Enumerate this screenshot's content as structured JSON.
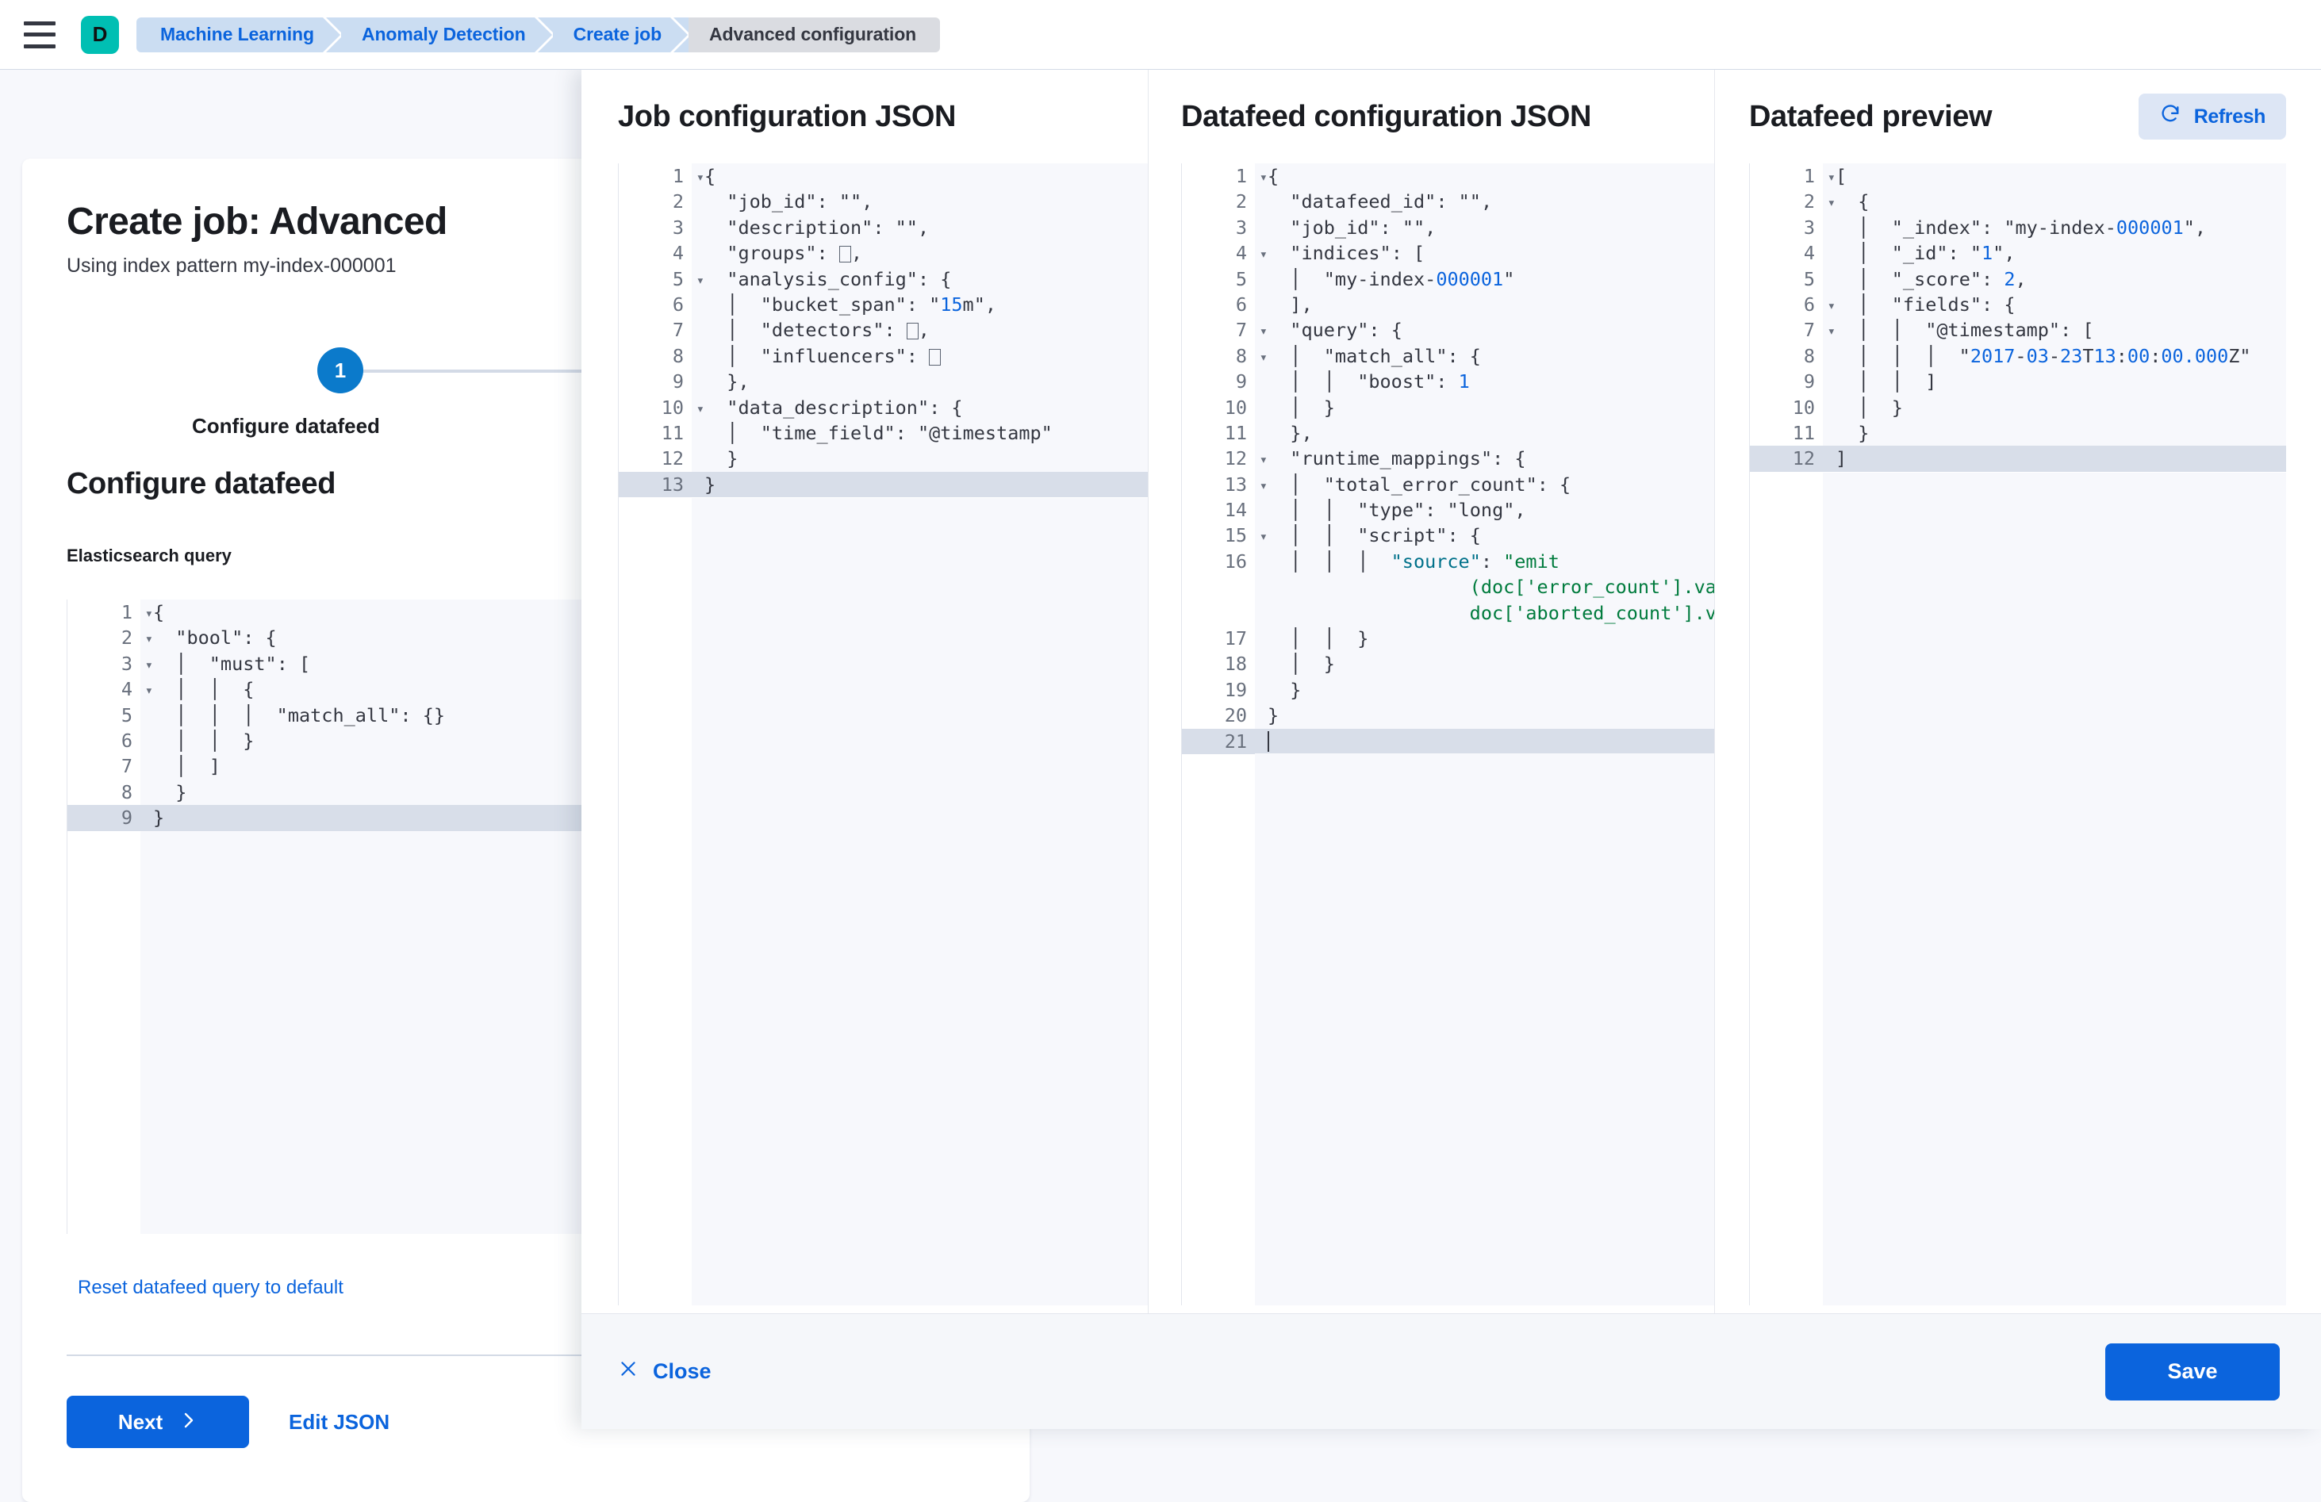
{
  "header": {
    "menu_icon": "hamburger-icon",
    "app_badge": "D",
    "breadcrumbs": [
      {
        "label": "Machine Learning",
        "active": false
      },
      {
        "label": "Anomaly Detection",
        "active": false
      },
      {
        "label": "Create job",
        "active": false
      },
      {
        "label": "Advanced configuration",
        "active": true
      }
    ]
  },
  "left_page": {
    "title": "Create job: Advanced",
    "subtitle": "Using index pattern my-index-000001",
    "step_number": "1",
    "step_label": "Configure datafeed",
    "section_title": "Configure datafeed",
    "field_label": "Elasticsearch query",
    "reset_link": "Reset datafeed query to default",
    "next_button": "Next",
    "next_icon": "chevron-right-icon",
    "edit_json_button": "Edit JSON",
    "query_editor": {
      "active_line": 9,
      "lines": [
        {
          "n": "1",
          "fold": true,
          "code": "{"
        },
        {
          "n": "2",
          "fold": true,
          "code": "  \"bool\": {"
        },
        {
          "n": "3",
          "fold": true,
          "code": "  |  \"must\": ["
        },
        {
          "n": "4",
          "fold": true,
          "code": "  |  |  {"
        },
        {
          "n": "5",
          "fold": false,
          "code": "  |  |  |  \"match_all\": {}"
        },
        {
          "n": "6",
          "fold": false,
          "code": "  |  |  }"
        },
        {
          "n": "7",
          "fold": false,
          "code": "  |  ]"
        },
        {
          "n": "8",
          "fold": false,
          "code": "  }"
        },
        {
          "n": "9",
          "fold": false,
          "code": "}"
        }
      ]
    }
  },
  "flyout": {
    "panels": {
      "job": {
        "title": "Job configuration JSON",
        "active_line": 13,
        "lines": [
          {
            "n": "1",
            "fold": true,
            "code": "{"
          },
          {
            "n": "2",
            "fold": false,
            "code": "  \"job_id\": \"\","
          },
          {
            "n": "3",
            "fold": false,
            "code": "  \"description\": \"\","
          },
          {
            "n": "4",
            "fold": false,
            "code": "  \"groups\": [],"
          },
          {
            "n": "5",
            "fold": true,
            "code": "  \"analysis_config\": {"
          },
          {
            "n": "6",
            "fold": false,
            "code": "  |  \"bucket_span\": \"15m\","
          },
          {
            "n": "7",
            "fold": false,
            "code": "  |  \"detectors\": [],"
          },
          {
            "n": "8",
            "fold": false,
            "code": "  |  \"influencers\": []"
          },
          {
            "n": "9",
            "fold": false,
            "code": "  },"
          },
          {
            "n": "10",
            "fold": true,
            "code": "  \"data_description\": {"
          },
          {
            "n": "11",
            "fold": false,
            "code": "  |  \"time_field\": \"@timestamp\""
          },
          {
            "n": "12",
            "fold": false,
            "code": "  }"
          },
          {
            "n": "13",
            "fold": false,
            "code": "}"
          }
        ]
      },
      "datafeed": {
        "title": "Datafeed configuration JSON",
        "active_line": 21,
        "lines": [
          {
            "n": "1",
            "fold": true,
            "code": "{"
          },
          {
            "n": "2",
            "fold": false,
            "code": "  \"datafeed_id\": \"\","
          },
          {
            "n": "3",
            "fold": false,
            "code": "  \"job_id\": \"\","
          },
          {
            "n": "4",
            "fold": true,
            "code": "  \"indices\": ["
          },
          {
            "n": "5",
            "fold": false,
            "code": "  |  \"my-index-000001\""
          },
          {
            "n": "6",
            "fold": false,
            "code": "  ],"
          },
          {
            "n": "7",
            "fold": true,
            "code": "  \"query\": {"
          },
          {
            "n": "8",
            "fold": true,
            "code": "  |  \"match_all\": {"
          },
          {
            "n": "9",
            "fold": false,
            "code": "  |  |  \"boost\": 1"
          },
          {
            "n": "10",
            "fold": false,
            "code": "  |  }"
          },
          {
            "n": "11",
            "fold": false,
            "code": "  },"
          },
          {
            "n": "12",
            "fold": true,
            "code": "  \"runtime_mappings\": {"
          },
          {
            "n": "13",
            "fold": true,
            "code": "  |  \"total_error_count\": {"
          },
          {
            "n": "14",
            "fold": false,
            "code": "  |  |  \"type\": \"long\","
          },
          {
            "n": "15",
            "fold": true,
            "code": "  |  |  \"script\": {"
          },
          {
            "n": "16",
            "fold": false,
            "code": "  |  |  |  \"source\": \"emit(doc['error_count'].value + doc['aborted_count'].value)\""
          },
          {
            "n": "17",
            "fold": false,
            "code": "  |  |  }"
          },
          {
            "n": "18",
            "fold": false,
            "code": "  |  }"
          },
          {
            "n": "19",
            "fold": false,
            "code": "  }"
          },
          {
            "n": "20",
            "fold": false,
            "code": "}"
          },
          {
            "n": "21",
            "fold": false,
            "code": ""
          }
        ]
      },
      "preview": {
        "title": "Datafeed preview",
        "refresh_label": "Refresh",
        "refresh_icon": "refresh-icon",
        "active_line": 12,
        "lines": [
          {
            "n": "1",
            "fold": true,
            "code": "["
          },
          {
            "n": "2",
            "fold": true,
            "code": "  {"
          },
          {
            "n": "3",
            "fold": false,
            "code": "  |  \"_index\": \"my-index-000001\","
          },
          {
            "n": "4",
            "fold": false,
            "code": "  |  \"_id\": \"1\","
          },
          {
            "n": "5",
            "fold": false,
            "code": "  |  \"_score\": 2,"
          },
          {
            "n": "6",
            "fold": true,
            "code": "  |  \"fields\": {"
          },
          {
            "n": "7",
            "fold": true,
            "code": "  |  |  \"@timestamp\": ["
          },
          {
            "n": "8",
            "fold": false,
            "code": "  |  |  |  \"2017-03-23T13:00:00.000Z\""
          },
          {
            "n": "9",
            "fold": false,
            "code": "  |  |  ]"
          },
          {
            "n": "10",
            "fold": false,
            "code": "  |  }"
          },
          {
            "n": "11",
            "fold": false,
            "code": "  }"
          },
          {
            "n": "12",
            "fold": false,
            "code": "]"
          }
        ]
      }
    },
    "footer": {
      "close_label": "Close",
      "close_icon": "close-icon",
      "save_label": "Save"
    }
  },
  "colors": {
    "accent_blue": "#0B64DD",
    "badge_teal": "#00BFB3",
    "crumb_blue_bg": "#CBDDF2",
    "crumb_active_bg": "#DADCE1",
    "code_bg": "#F7F8FC",
    "active_line_bg": "#D8DEE9"
  }
}
